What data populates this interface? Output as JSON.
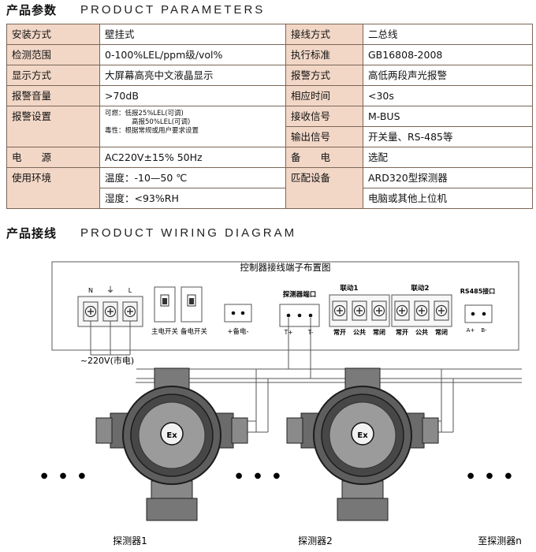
{
  "section1": {
    "cn": "产品参数",
    "en": "PRODUCT PARAMETERS"
  },
  "params": {
    "install": {
      "label": "安装方式",
      "value": "壁挂式"
    },
    "wiring": {
      "label": "接线方式",
      "value": "二总线"
    },
    "range": {
      "label": "检测范围",
      "value": "0-100%LEL/ppm级/vol%"
    },
    "standard": {
      "label": "执行标准",
      "value": "GB16808-2008"
    },
    "display": {
      "label": "显示方式",
      "value": "大屏幕高亮中文液晶显示"
    },
    "alarm_mode": {
      "label": "报警方式",
      "value": "高低两段声光报警"
    },
    "volume": {
      "label": "报警音量",
      "value": ">70dB"
    },
    "response": {
      "label": "相应时间",
      "value": "<30s"
    },
    "alarm_set": {
      "label": "报警设置",
      "lines": [
        "可燃：低报25%LEL(可调)",
        "高报50%LEL(可调)",
        "毒性：根据常规或用户要求设置"
      ]
    },
    "receive": {
      "label": "接收信号",
      "value": "M-BUS"
    },
    "output": {
      "label": "输出信号",
      "value": "开关量、RS-485等"
    },
    "power": {
      "label": "电　　源",
      "value": "AC220V±15% 50Hz"
    },
    "backup": {
      "label": "备　　电",
      "value": "选配"
    },
    "env": {
      "label": "使用环境",
      "value1": "温度：-10—50 ℃",
      "value2": "湿度：<93%RH"
    },
    "match": {
      "label": "匹配设备",
      "value1": "ARD320型探测器",
      "value2": "电脑或其他上位机"
    }
  },
  "section2": {
    "cn": "产品接线",
    "en": "PRODUCT WIRING DIAGRAM"
  },
  "diagram": {
    "title": "控制器接线端子布置图",
    "terminals": {
      "n": "N",
      "earth": "⏚",
      "l": "L"
    },
    "mains": "~220V(市电)",
    "main_switch": "主电开关",
    "backup_switch": "备电开关",
    "backup_power": "+备电-",
    "detector_port": "探测器端口",
    "t_plus": "T+",
    "t_minus": "T-",
    "link1": "联动1",
    "link2": "联动2",
    "rs485": "RS485接口",
    "a_plus": "A+",
    "b_minus": "B-",
    "no": "常开",
    "com": "公共",
    "nc": "常闭",
    "ex": "Ex",
    "detector1": "探测器1",
    "detector2": "探测器2",
    "detector_n": "至探测器n",
    "ellipsis": "● ● ●"
  }
}
